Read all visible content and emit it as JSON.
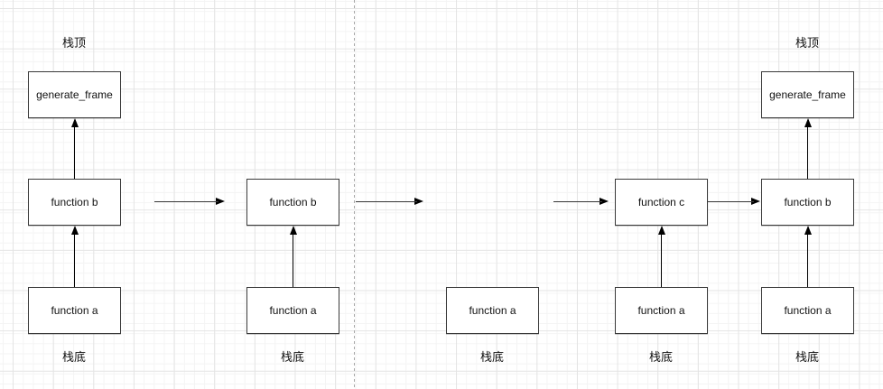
{
  "diagram": {
    "description": "call-stack evolution diagram on grid canvas",
    "colors": {
      "background": "#ffffff",
      "grid_minor": "#f4f4f4",
      "grid_major": "#e4e4e4",
      "box_fill": "#ffffff",
      "box_border": "#3a3a3a",
      "arrow": "#000000",
      "dashed_divider": "#a8a8a8",
      "text": "#111111"
    },
    "stacks": [
      {
        "top_label": "栈顶",
        "bottom_label": "栈底",
        "frames": [
          "generate_frame",
          "function b",
          "function a"
        ]
      },
      {
        "bottom_label": "栈底",
        "frames": [
          "function b",
          "function a"
        ]
      },
      {
        "bottom_label": "栈底",
        "frames": [
          "function a"
        ]
      },
      {
        "bottom_label": "栈底",
        "frames": [
          "function c",
          "function a"
        ]
      },
      {
        "top_label": "栈顶",
        "bottom_label": "栈底",
        "frames": [
          "generate_frame",
          "function b",
          "function a"
        ]
      }
    ]
  }
}
